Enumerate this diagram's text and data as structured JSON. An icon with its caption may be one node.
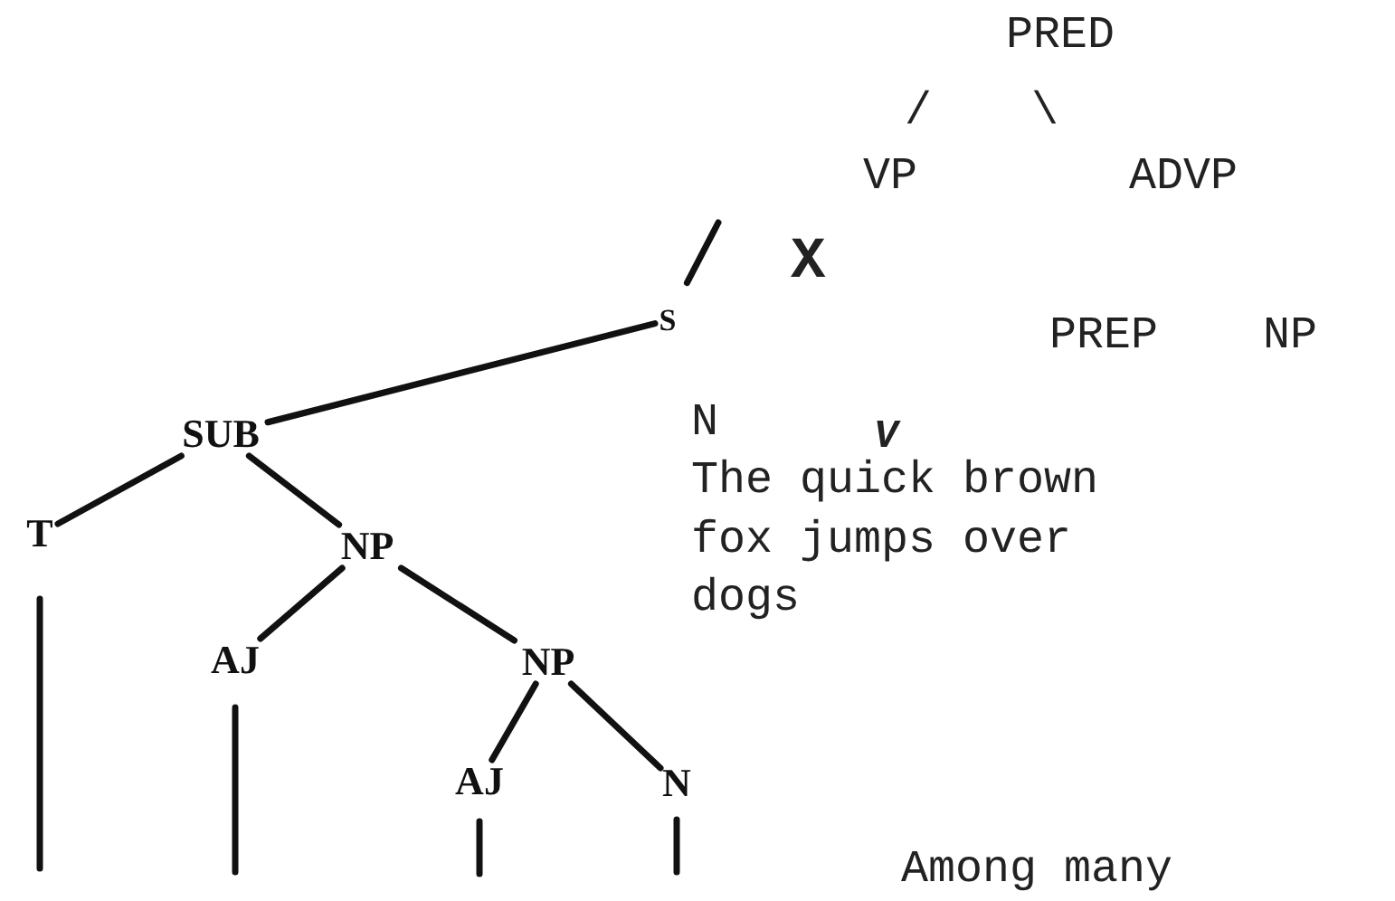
{
  "diagram": {
    "nodes": [
      {
        "text": [
          "S"
        ]
      },
      {
        "text": [
          "SUB"
        ]
      },
      {
        "text": [
          "T"
        ]
      },
      {
        "text": [
          "NP"
        ]
      },
      {
        "text": [
          "AJ"
        ]
      },
      {
        "text": [
          "NP"
        ]
      },
      {
        "text": [
          "AJ"
        ]
      },
      {
        "text": [
          "N"
        ]
      }
    ],
    "edges": [
      {
        "from": 0,
        "to": 1,
        "arrow": "none"
      },
      {
        "from": 1,
        "to": 2,
        "arrow": "none"
      },
      {
        "from": 1,
        "to": 3,
        "arrow": "none"
      },
      {
        "from": 3,
        "to": 4,
        "arrow": "none"
      },
      {
        "from": 3,
        "to": 5,
        "arrow": "none"
      },
      {
        "from": 5,
        "to": 6,
        "arrow": "none"
      },
      {
        "from": 5,
        "to": 7,
        "arrow": "none"
      },
      {
        "from": 2,
        "to": null,
        "arrow": "none"
      },
      {
        "from": 4,
        "to": null,
        "arrow": "none"
      },
      {
        "from": 6,
        "to": null,
        "arrow": "none"
      },
      {
        "from": 7,
        "to": null,
        "arrow": "none"
      },
      {
        "from": 0,
        "to": null,
        "arrow": "none"
      }
    ],
    "labels": [
      "PRED",
      "/",
      "\\",
      "VP",
      "ADVP",
      "X",
      "PREP",
      "NP",
      "N",
      "V",
      "The quick brown fox jumps over dogs",
      "Among many"
    ]
  }
}
